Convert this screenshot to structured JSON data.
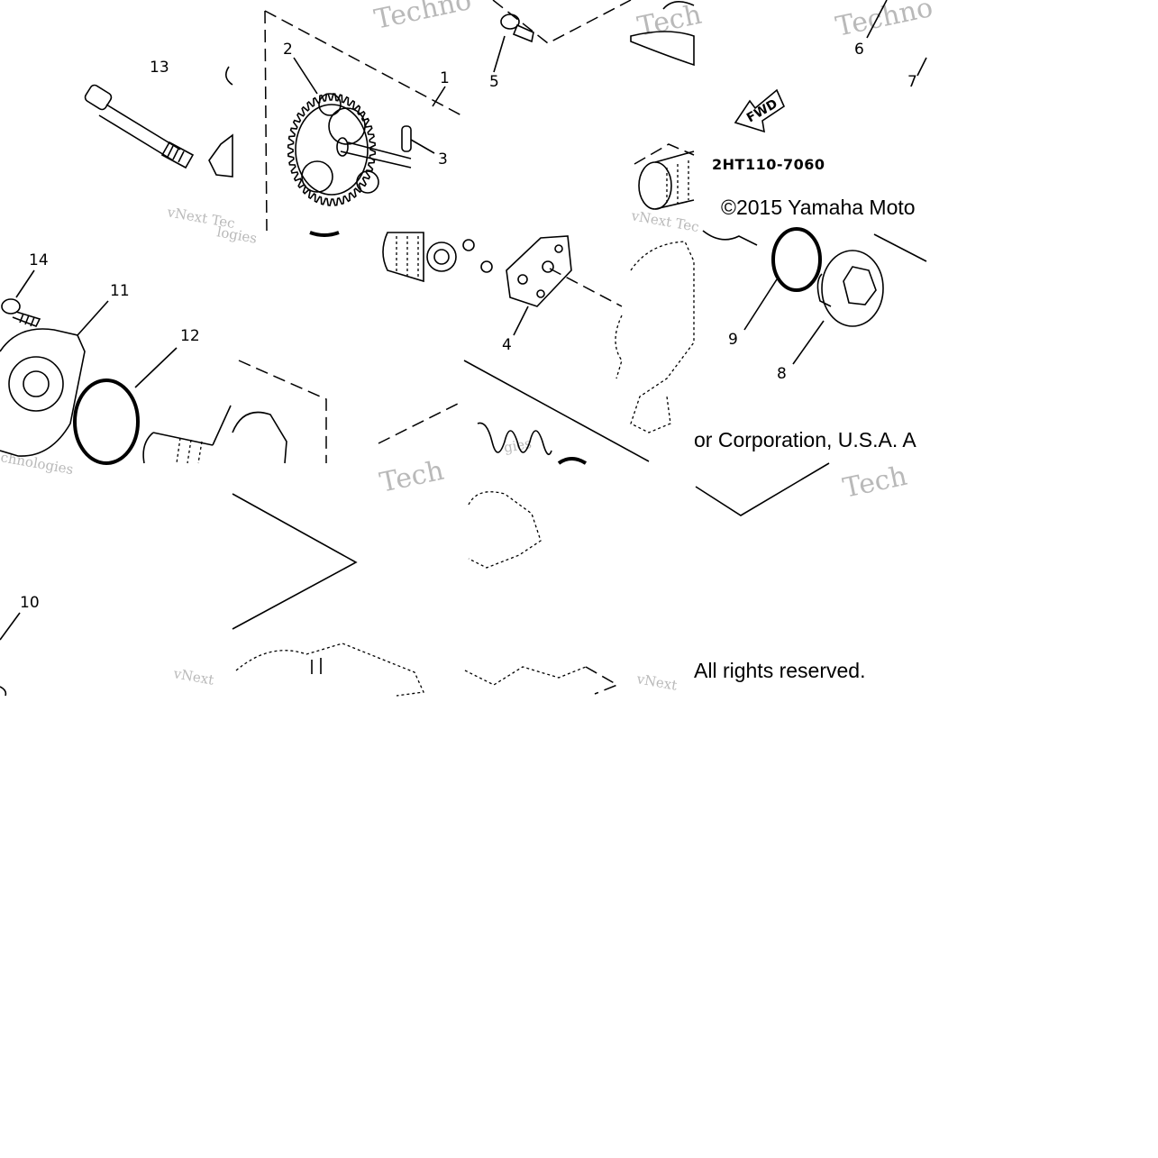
{
  "diagram": {
    "part_code": "2HT110-7060",
    "direction_label": "FWD",
    "copyright_prefix": "©2015 Yamaha Moto",
    "copyright_middle": "or Corporation, U.S.A. A",
    "copyright_suffix": "All rights reserved.",
    "watermarks": [
      "Techno",
      "Techno",
      "Tech",
      "Tech",
      "Tech",
      "vNext Tec",
      "vNext Tec",
      "vNext",
      "vNext",
      "chnologies",
      "logies",
      "gies"
    ],
    "callouts": [
      "1",
      "2",
      "3",
      "4",
      "5",
      "6",
      "7",
      "8",
      "9",
      "10",
      "11",
      "12",
      "13",
      "14"
    ]
  }
}
